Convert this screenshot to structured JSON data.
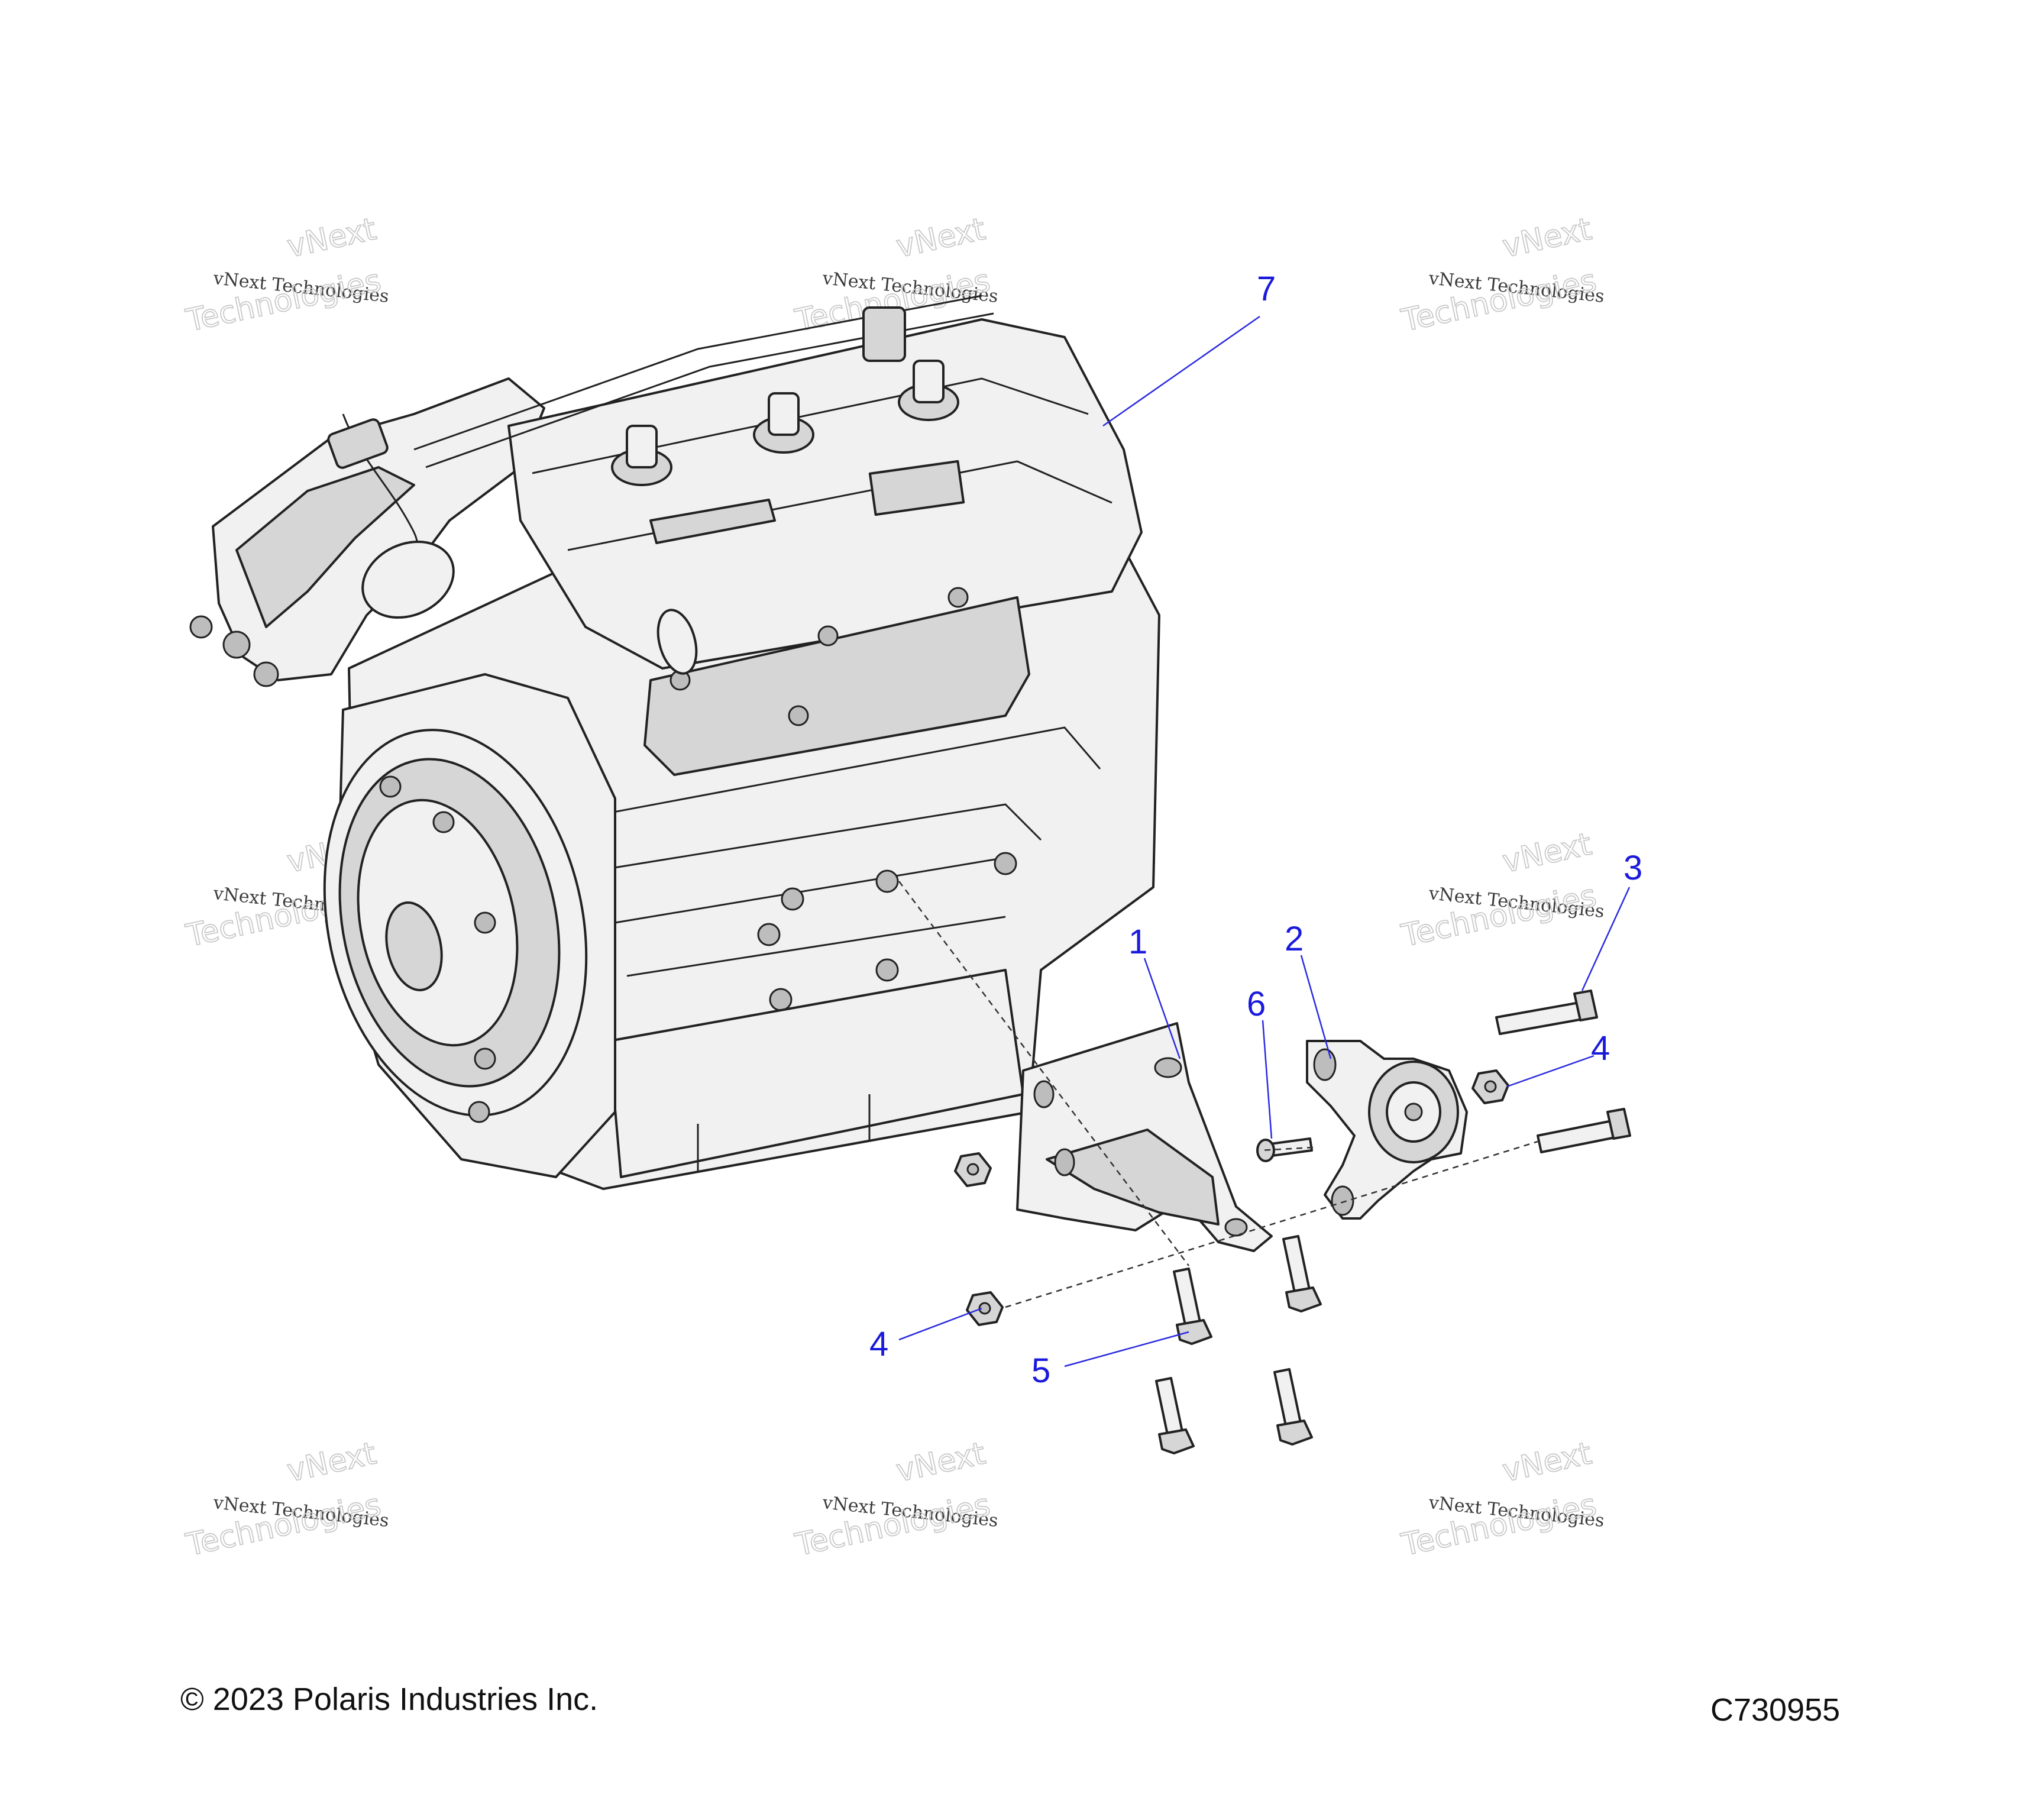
{
  "callouts": [
    {
      "id": "7",
      "label": "7"
    },
    {
      "id": "3",
      "label": "3"
    },
    {
      "id": "1",
      "label": "1"
    },
    {
      "id": "2",
      "label": "2"
    },
    {
      "id": "6",
      "label": "6"
    },
    {
      "id": "4a",
      "label": "4"
    },
    {
      "id": "4b",
      "label": "4"
    },
    {
      "id": "5",
      "label": "5"
    }
  ],
  "watermark": {
    "line1": "vNext",
    "line2": "vNext Technologies",
    "line3": "Technologies"
  },
  "footer": {
    "copyright": "© 2023 Polaris Industries Inc.",
    "figure_code": "C730955"
  },
  "colors": {
    "callout": "#1a1adc",
    "outline": "#222222",
    "shading": "#d6d6d6"
  }
}
